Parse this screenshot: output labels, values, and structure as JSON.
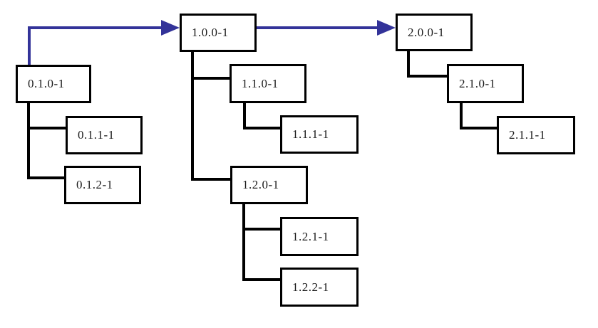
{
  "diagram": {
    "type": "version-tree",
    "background_color": "#ffffff",
    "box_border_color": "#000000",
    "connector_color": "#000000",
    "arrow_color": "#333399",
    "nodes": [
      {
        "label": "0.1.0-1",
        "parent": null
      },
      {
        "label": "0.1.1-1",
        "parent": "0.1.0-1"
      },
      {
        "label": "0.1.2-1",
        "parent": "0.1.0-1"
      },
      {
        "label": "1.0.0-1",
        "parent": null
      },
      {
        "label": "1.1.0-1",
        "parent": "1.0.0-1"
      },
      {
        "label": "1.1.1-1",
        "parent": "1.1.0-1"
      },
      {
        "label": "1.2.0-1",
        "parent": "1.0.0-1"
      },
      {
        "label": "1.2.1-1",
        "parent": "1.2.0-1"
      },
      {
        "label": "1.2.2-1",
        "parent": "1.2.0-1"
      },
      {
        "label": "2.0.0-1",
        "parent": null
      },
      {
        "label": "2.1.0-1",
        "parent": "2.0.0-1"
      },
      {
        "label": "2.1.1-1",
        "parent": "2.1.0-1"
      }
    ],
    "blue_arrows": [
      {
        "from": "0.1.0-1",
        "to": "1.0.0-1"
      },
      {
        "from": "1.0.0-1",
        "to": "2.0.0-1"
      }
    ]
  }
}
